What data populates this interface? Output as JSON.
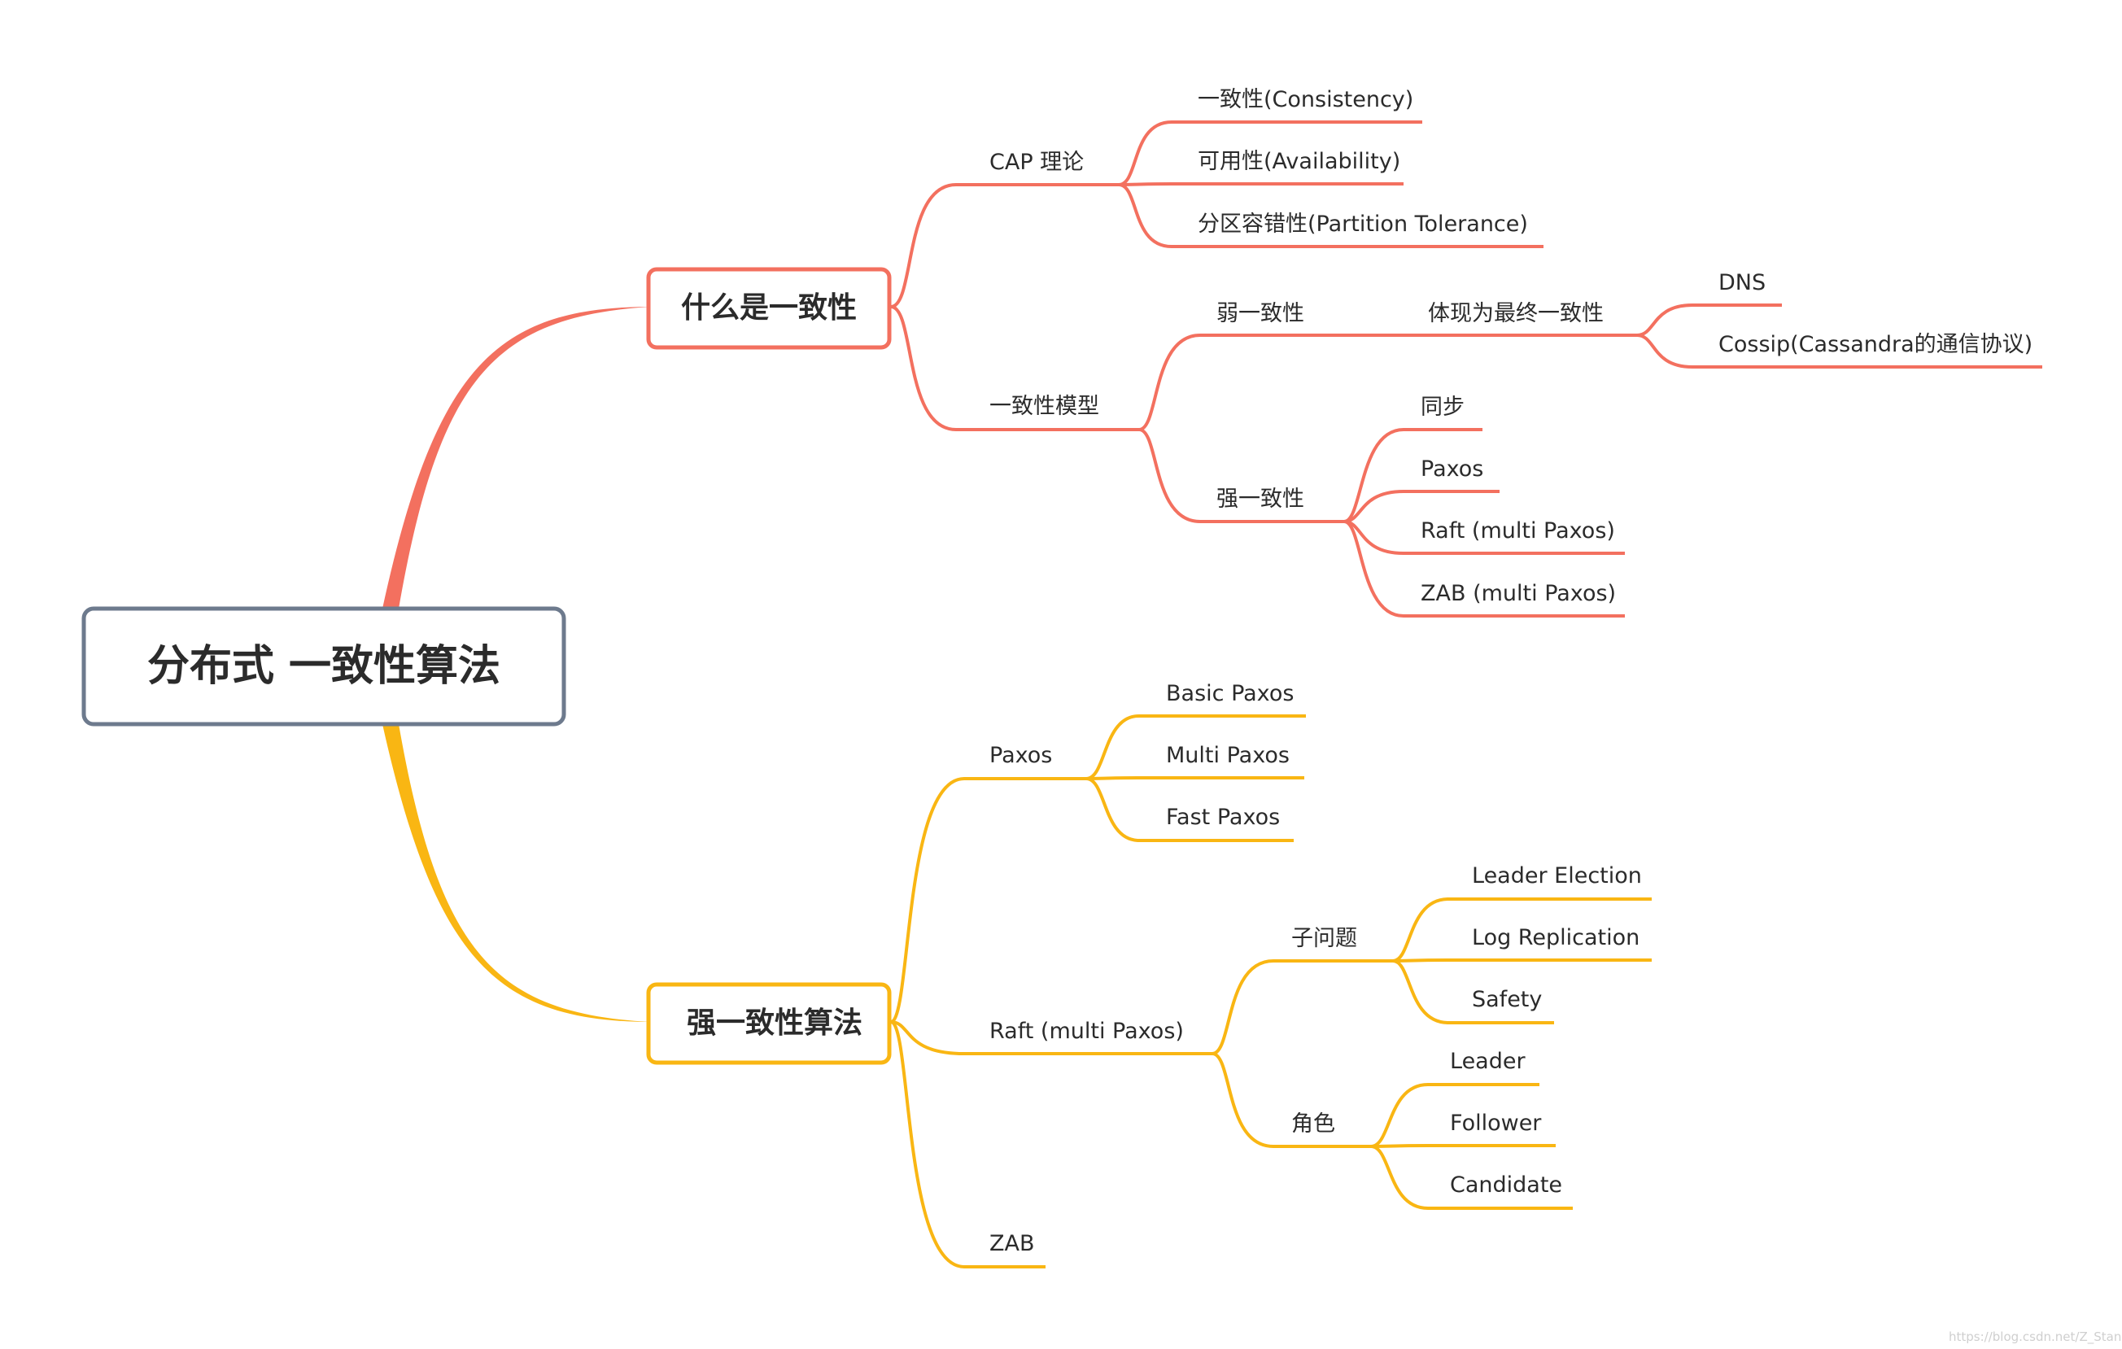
{
  "colors": {
    "branch_red": "#F3705F",
    "branch_yellow": "#F9B613",
    "root_border": "#6D7A8D"
  },
  "root": {
    "label": "分布式 一致性算法"
  },
  "branch1": {
    "label": "什么是一致性",
    "cap": {
      "label": "CAP 理论",
      "items": [
        "一致性(Consistency)",
        "可用性(Availability)",
        "分区容错性(Partition Tolerance)"
      ]
    },
    "models": {
      "label": "一致性模型",
      "weak": {
        "label": "弱一致性",
        "sub": "体现为最终一致性",
        "items": [
          "DNS",
          "Cossip(Cassandra的通信协议)"
        ]
      },
      "strong": {
        "label": "强一致性",
        "items": [
          "同步",
          "Paxos",
          "Raft (multi Paxos)",
          "ZAB (multi Paxos)"
        ]
      }
    }
  },
  "branch2": {
    "label": "强一致性算法",
    "paxos": {
      "label": "Paxos",
      "items": [
        "Basic Paxos",
        "Multi Paxos",
        "Fast Paxos"
      ]
    },
    "raft": {
      "label": "Raft (multi Paxos)",
      "subproblems": {
        "label": "子问题",
        "items": [
          "Leader Election",
          "Log Replication",
          "Safety"
        ]
      },
      "roles": {
        "label": "角色",
        "items": [
          "Leader",
          "Follower",
          "Candidate"
        ]
      }
    },
    "zab": {
      "label": "ZAB"
    }
  },
  "watermark": "https://blog.csdn.net/Z_Stand"
}
